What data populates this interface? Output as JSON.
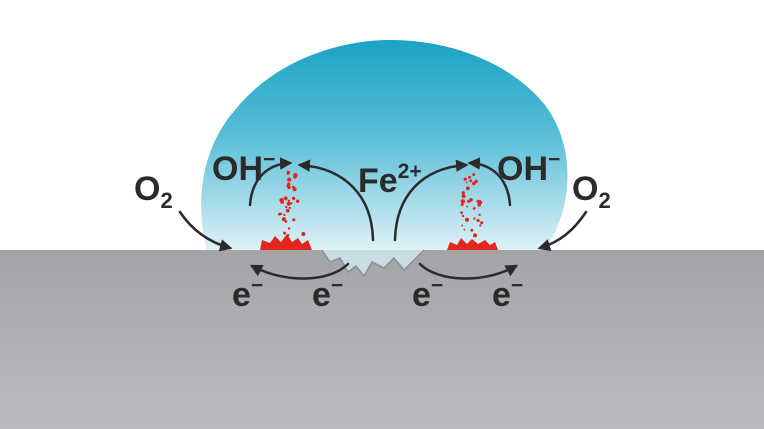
{
  "labels": {
    "oxygen_left": {
      "base": "O",
      "sub": "2"
    },
    "oxygen_right": {
      "base": "O",
      "sub": "2"
    },
    "hydroxide_left": {
      "base": "OH",
      "sup": "−"
    },
    "hydroxide_right": {
      "base": "OH",
      "sup": "−"
    },
    "iron_ion": {
      "base": "Fe",
      "sup": "2+"
    },
    "electron_1": {
      "base": "e",
      "sup": "−"
    },
    "electron_2": {
      "base": "e",
      "sup": "−"
    },
    "electron_3": {
      "base": "e",
      "sup": "−"
    },
    "electron_4": {
      "base": "e",
      "sup": "−"
    }
  },
  "colors": {
    "droplet_top": "#1aa3c4",
    "droplet_bottom": "#d8eef5",
    "metal_top": "#a7a8ab",
    "metal_bottom": "#b9babd",
    "rust": "#e0261d",
    "arrow": "#2b2b2b",
    "text": "#2b2b2b"
  }
}
